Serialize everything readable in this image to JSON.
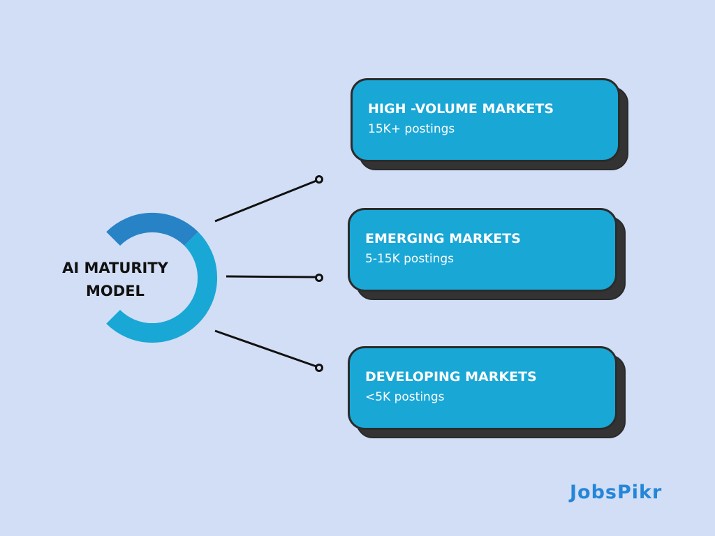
{
  "center": {
    "title_line1": "AI MATURITY",
    "title_line2": "MODEL"
  },
  "markets": [
    {
      "title": "HIGH -VOLUME MARKETS",
      "subtitle": "15K+ postings"
    },
    {
      "title": "EMERGING MARKETS",
      "subtitle": "5-15K postings"
    },
    {
      "title": "DEVELOPING MARKETS",
      "subtitle": "<5K postings"
    }
  ],
  "logo": {
    "text": "JobsPikr"
  },
  "colors": {
    "background": "#d2def5",
    "card": "#19a7d6",
    "ring_dark": "#2783c5",
    "ring_light": "#19a7d6"
  }
}
